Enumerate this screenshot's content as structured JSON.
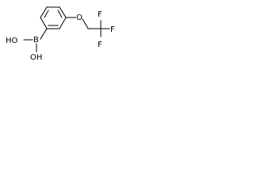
{
  "molecule": {
    "atoms": {
      "hydroxyl_top": "HO",
      "boron": "B",
      "hydroxyl_bottom": "OH",
      "ether_oxygen": "O",
      "fluorine_top": "F",
      "fluorine_right": "F",
      "fluorine_bottom": "F"
    }
  }
}
